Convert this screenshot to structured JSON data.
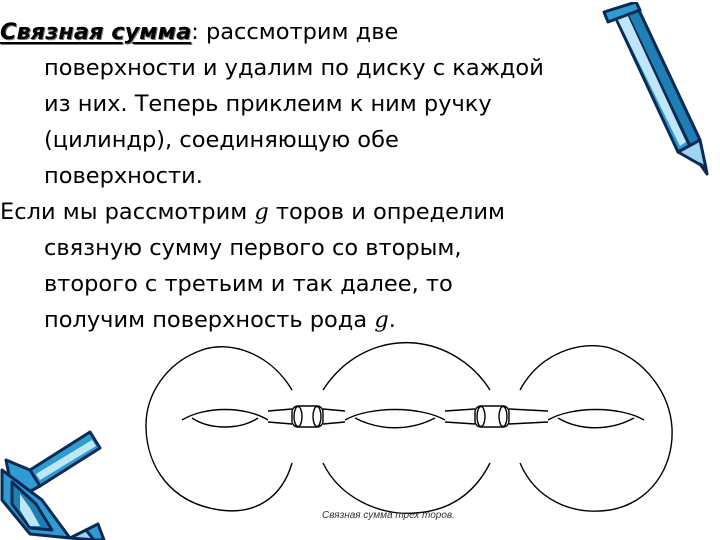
{
  "paragraph1": {
    "term": "Связная сумма",
    "line1_rest": ": рассмотрим две",
    "line2": "поверхности и удалим по диску с каждой",
    "line3": "из них. Теперь приклеим к ним ручку",
    "line4": "(цилиндр), соединяющую обе",
    "line5": "поверхности."
  },
  "paragraph2": {
    "line1_a": "Если мы рассмотрим ",
    "line1_var": "g",
    "line1_b": " торов и определим",
    "line2": "связную сумму первого со вторым,",
    "line3": "второго с третьим и так далее, то",
    "line4_a": "получим поверхность рода ",
    "line4_var": "g",
    "line4_b": "."
  },
  "figure": {
    "caption": "Связная сумма трех торов."
  },
  "colors": {
    "pencil_body": "#2f9bd0",
    "pencil_outline": "#0b2a55",
    "pencil_highlight": "#bfe6f7"
  },
  "icons": [
    "pencil-icon-top-right",
    "pencils-icon-bottom-left"
  ]
}
